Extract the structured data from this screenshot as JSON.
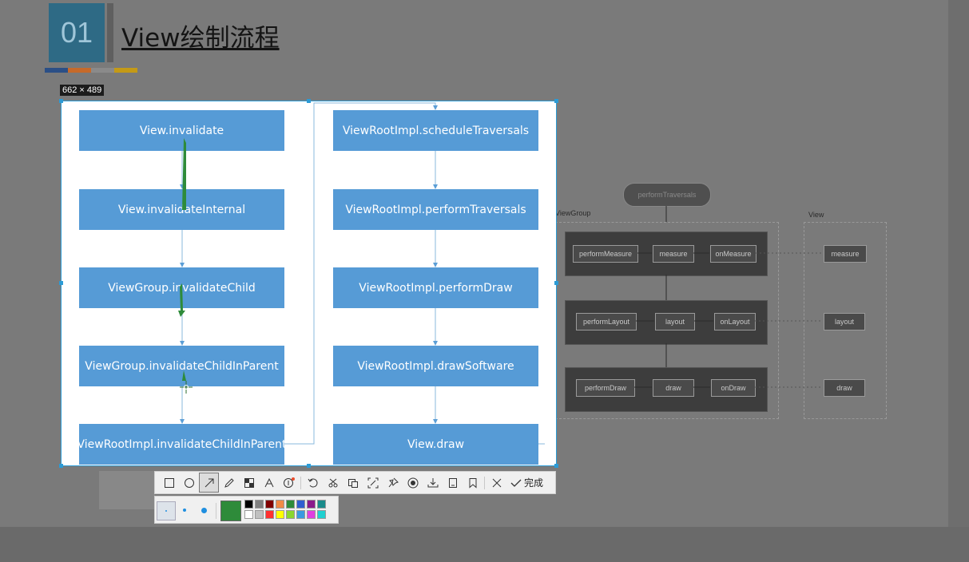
{
  "slide": {
    "number": "01",
    "title": "View绘制流程",
    "color_bars": [
      "#2b4f86",
      "#c66a2a",
      "#8a8a8a",
      "#c49a16"
    ]
  },
  "selection": {
    "size_label": "662 × 489"
  },
  "flow_left": [
    "View.invalidate",
    "View.invalidateInternal",
    "ViewGroup.invalidateChild",
    "ViewGroup.invalidateChildInParent",
    "ViewRootImpl.invalidateChildInParent"
  ],
  "flow_right": [
    "ViewRootImpl.scheduleTraversals",
    "ViewRootImpl.performTraversals",
    "ViewRootImpl.performDraw",
    "ViewRootImpl.drawSoftware",
    "View.draw"
  ],
  "background_diagram": {
    "start": "performTraversals",
    "group_label": "ViewGroup",
    "view_label": "View",
    "rows": [
      [
        "performMeasure",
        "measure",
        "onMeasure",
        "measure"
      ],
      [
        "performLayout",
        "layout",
        "onLayout",
        "layout"
      ],
      [
        "performDraw",
        "draw",
        "onDraw",
        "draw"
      ]
    ]
  },
  "toolbar": {
    "icons": [
      "rectangle-icon",
      "ellipse-icon",
      "arrow-icon",
      "pencil-icon",
      "mosaic-icon",
      "text-icon",
      "number-marker-icon",
      "undo-icon",
      "crop-icon",
      "ocr-icon",
      "scroll-capture-icon",
      "pin-icon",
      "record-icon",
      "download-icon",
      "save-icon",
      "bookmark-icon",
      "close-icon"
    ],
    "done_label": "完成",
    "active_tool": "arrow-icon"
  },
  "palette": {
    "current_color": "#2e8b3a",
    "swatches_top": [
      "#000000",
      "#808080",
      "#800000",
      "#f08a46",
      "#2e8b3a",
      "#2f5fd0",
      "#8b1a8b",
      "#1a8b8b"
    ],
    "swatches_bottom": [
      "#ffffff",
      "#c0c0c0",
      "#ff3030",
      "#ffff00",
      "#8ad62e",
      "#3a9ae0",
      "#e040e0",
      "#20d0d0"
    ]
  }
}
